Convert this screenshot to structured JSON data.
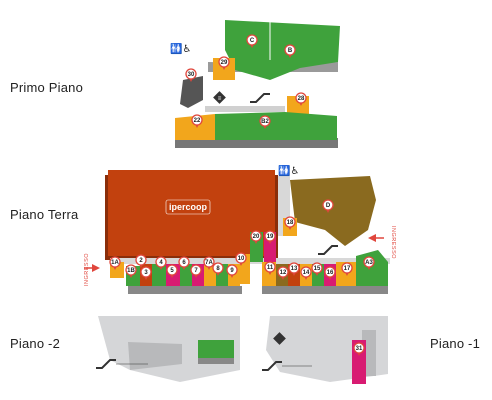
{
  "floors": {
    "primo": "Primo Piano",
    "terra": "Piano Terra",
    "meno2": "Piano -2",
    "meno1": "Piano -1"
  },
  "entrance": {
    "left": "INGRESSO",
    "right": "INGRESSO"
  },
  "anchor_store": {
    "logo": "ipercoop"
  },
  "pins": {
    "primo": [
      "C",
      "B",
      "29",
      "30",
      "28",
      "22",
      "B2"
    ],
    "terra_top": [
      "D",
      "18",
      "20",
      "19"
    ],
    "terra_bottom": [
      "1A",
      "2",
      "4",
      "5",
      "6",
      "7",
      "8",
      "9",
      "3",
      "1B",
      "7A",
      "10",
      "11",
      "12",
      "13",
      "14",
      "15",
      "16",
      "17",
      "A3"
    ],
    "meno1": [
      "31"
    ]
  },
  "colors": {
    "green": "#3fa23c",
    "orange": "#f2a61c",
    "brown": "#8a6a1f",
    "rust": "#c2410e",
    "magenta": "#d81b72",
    "grey": "#c8c9cb",
    "dark": "#555555",
    "pin": "#e0463c"
  }
}
